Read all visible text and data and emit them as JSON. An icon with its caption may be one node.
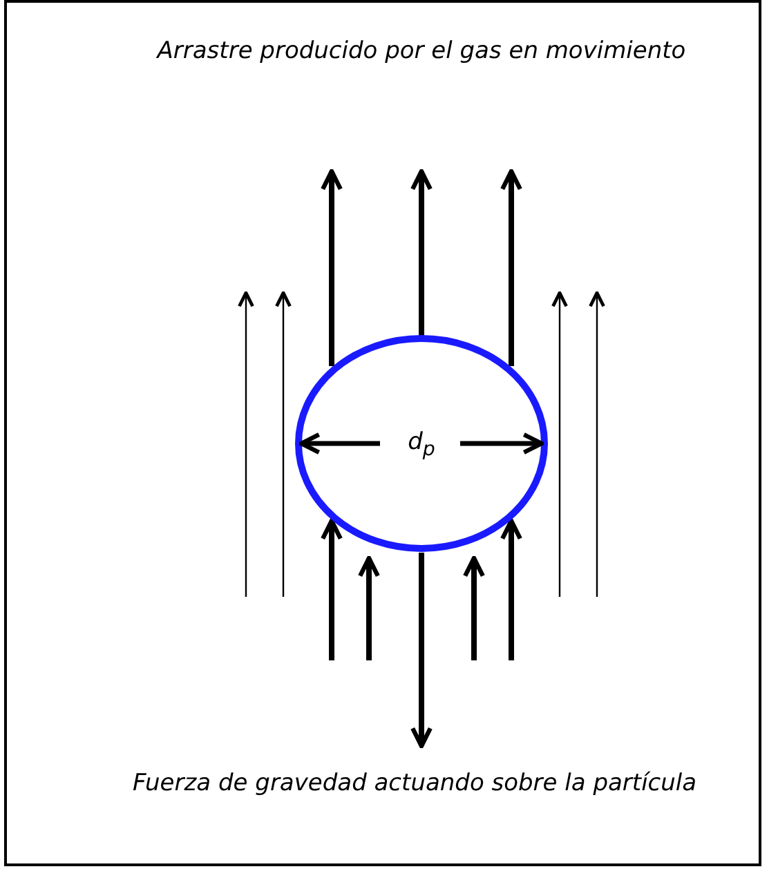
{
  "diagram": {
    "labels": [
      "Arrastre producido por el gas en movimiento",
      "d$_{p}$",
      "Fuerza de gravedad actuando sobre la partícula"
    ]
  }
}
